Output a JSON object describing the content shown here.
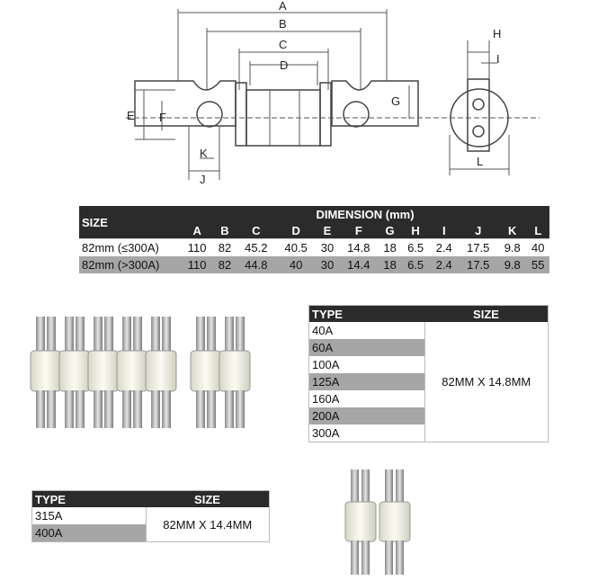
{
  "drawing": {
    "labels": {
      "a": "A",
      "b": "B",
      "c": "C",
      "d": "D",
      "e": "E",
      "f": "F",
      "g": "G",
      "h": "H",
      "i": "I",
      "j": "J",
      "k": "K",
      "l": "L"
    }
  },
  "dimension_table": {
    "size_header": "SIZE",
    "dimension_header": "DIMENSION (mm)",
    "columns": [
      "A",
      "B",
      "C",
      "D",
      "E",
      "F",
      "G",
      "H",
      "I",
      "J",
      "K",
      "L"
    ],
    "rows": [
      {
        "size": "82mm (≤300A)",
        "values": [
          "110",
          "82",
          "45.2",
          "40.5",
          "30",
          "14.8",
          "18",
          "6.5",
          "2.4",
          "17.5",
          "9.8",
          "40"
        ]
      },
      {
        "size": "82mm (>300A)",
        "values": [
          "110",
          "82",
          "44.8",
          "40",
          "30",
          "14.4",
          "18",
          "6.5",
          "2.4",
          "17.5",
          "9.8",
          "55"
        ]
      }
    ]
  },
  "type_table_1": {
    "type_header": "TYPE",
    "size_header": "SIZE",
    "types": [
      "40A",
      "60A",
      "100A",
      "125A",
      "160A",
      "200A",
      "300A"
    ],
    "size": "82MM X 14.8MM"
  },
  "type_table_2": {
    "type_header": "TYPE",
    "size_header": "SIZE",
    "types": [
      "315A",
      "400A"
    ],
    "size": "82MM X 14.4MM"
  },
  "colors": {
    "header_bg": "#2b2b2b",
    "stripe": "#a6a6a6"
  }
}
